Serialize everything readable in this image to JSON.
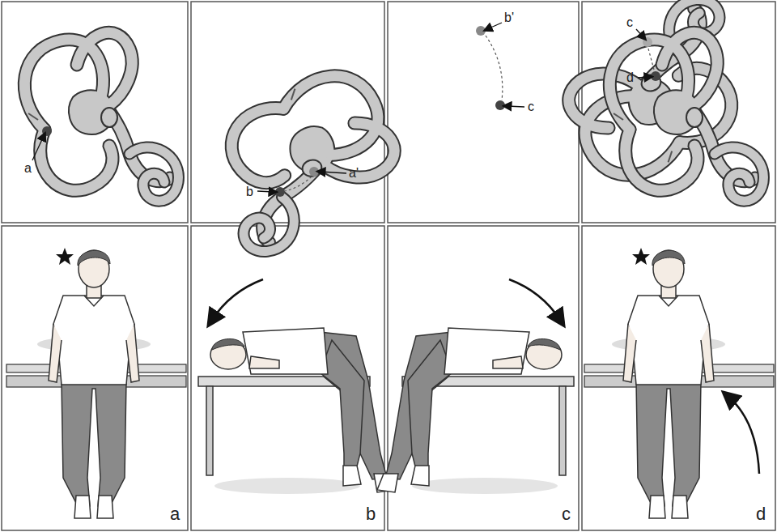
{
  "diagram": {
    "labels": [
      "a",
      "a'",
      "b",
      "b'",
      "c",
      "c",
      "d",
      "a",
      "b",
      "c",
      "d"
    ]
  }
}
